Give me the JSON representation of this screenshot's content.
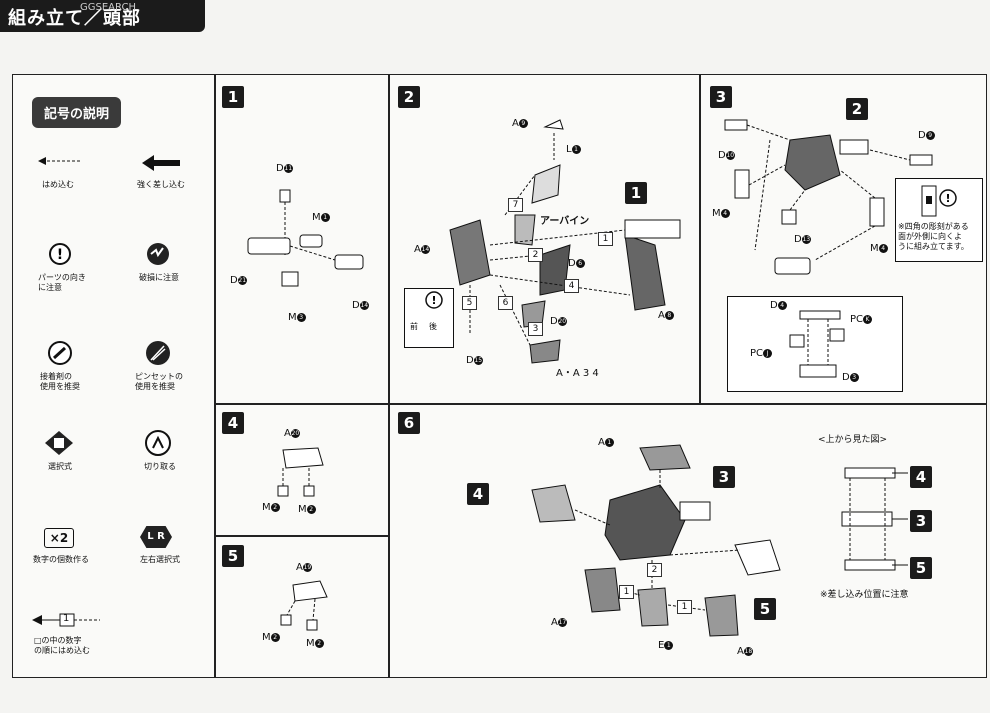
{
  "header": {
    "title": "組み立て／頭部",
    "watermark": "GGSEARCH"
  },
  "legend": {
    "title": "記号の説明",
    "items": [
      {
        "icon": "dashed-arrow-icon",
        "label": "はめ込む"
      },
      {
        "icon": "bold-arrow-icon",
        "label": "強く差し込む"
      },
      {
        "icon": "warning-icon",
        "label": "パーツの向き\nに注意"
      },
      {
        "icon": "damage-icon",
        "label": "破損に注意"
      },
      {
        "icon": "glue-icon",
        "label": "接着剤の\n使用を推奨"
      },
      {
        "icon": "tweezers-icon",
        "label": "ピンセットの\n使用を推奨"
      },
      {
        "icon": "select-icon",
        "label": "選択式"
      },
      {
        "icon": "cut-icon",
        "label": "切り取る"
      },
      {
        "icon": "x2-icon",
        "label": "数字の個数作る",
        "symbol": "×2"
      },
      {
        "icon": "lr-icon",
        "label": "左右選択式",
        "symbol": "L R"
      },
      {
        "icon": "numbered-arrow-icon",
        "label": "□の中の数字\nの順にはめ込む",
        "symbol": "1"
      }
    ]
  },
  "steps": {
    "s1": {
      "num": "1",
      "parts": [
        "D",
        "M",
        "D",
        "D",
        "M"
      ],
      "ids": [
        "11",
        "1",
        "21",
        "14",
        "3"
      ]
    },
    "s2": {
      "num": "2",
      "parts": [
        "A",
        "L",
        "A",
        "D",
        "D",
        "D",
        "A",
        "A・A"
      ],
      "ids": [
        "9",
        "1",
        "14",
        "6",
        "20",
        "15",
        "8",
        "3 4"
      ],
      "label_arbain": "アーバイン",
      "front": "前",
      "back": "後",
      "seq": [
        "7",
        "1",
        "2",
        "4",
        "5",
        "6",
        "3"
      ],
      "ref": "1"
    },
    "s3": {
      "num": "3",
      "ref": "2",
      "parts": [
        "D",
        "D",
        "M",
        "D",
        "M",
        "D",
        "PC",
        "PC",
        "D"
      ],
      "ids": [
        "10",
        "9",
        "4",
        "13",
        "4",
        "4",
        "K",
        "J",
        "3"
      ],
      "note": "※四角の彫刻がある\n面が外側に向くよ\nうに組み立てます。"
    },
    "s4": {
      "num": "4",
      "parts": [
        "A",
        "M",
        "M"
      ],
      "ids": [
        "20",
        "2",
        "2"
      ]
    },
    "s5": {
      "num": "5",
      "parts": [
        "A",
        "M",
        "M"
      ],
      "ids": [
        "19",
        "2",
        "2"
      ]
    },
    "s6": {
      "num": "6",
      "parts": [
        "A",
        "A",
        "E",
        "A"
      ],
      "ids": [
        "1",
        "17",
        "1",
        "18"
      ],
      "refs": [
        "4",
        "3",
        "5"
      ],
      "seq": [
        "2",
        "1",
        "1"
      ],
      "top_view": "<上から見た図>",
      "top_refs": [
        "4",
        "3",
        "5"
      ],
      "caution": "※差し込み位置に注意"
    }
  }
}
